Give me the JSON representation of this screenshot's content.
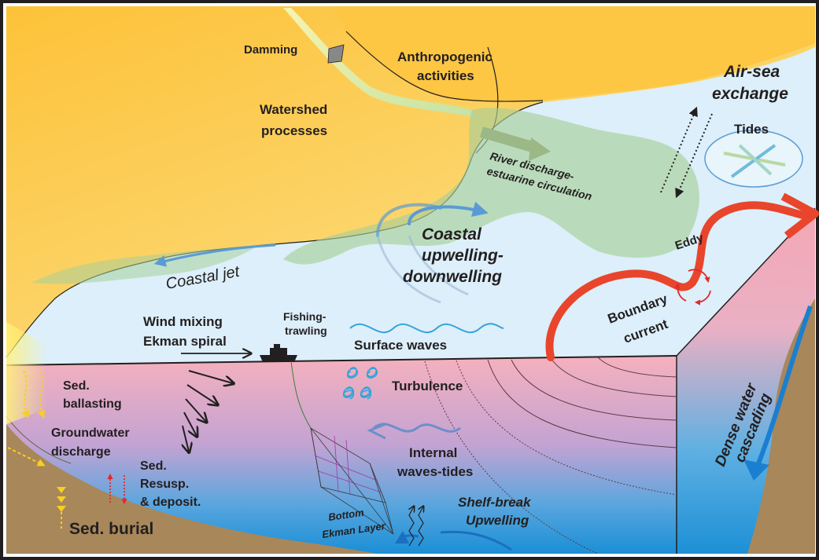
{
  "labels": {
    "damming": "Damming",
    "anthropogenic_1": "Anthropogenic",
    "anthropogenic_2": "activities",
    "watershed_1": "Watershed",
    "watershed_2": "processes",
    "air_sea_1": "Air-sea",
    "air_sea_2": "exchange",
    "tides": "Tides",
    "river_1": "River discharge-",
    "river_2": "estuarine circulation",
    "coastal_jet": "Coastal jet",
    "upwelling_1": "Coastal",
    "upwelling_2": "upwelling-",
    "upwelling_3": "downwelling",
    "eddy": "Eddy",
    "boundary_1": "Boundary",
    "boundary_2": "current",
    "wind_1": "Wind mixing",
    "wind_2": "Ekman spiral",
    "fishing_1": "Fishing-",
    "fishing_2": "trawling",
    "surface_waves": "Surface waves",
    "dense_1": "Dense water",
    "dense_2": "cascading",
    "turbulence": "Turbulence",
    "ballast_1": "Sed.",
    "ballast_2": "ballasting",
    "groundwater_1": "Groundwater",
    "groundwater_2": "discharge",
    "resusp_1": "Sed.",
    "resusp_2": "Resusp.",
    "resusp_3": "& deposit.",
    "internal_1": "Internal",
    "internal_2": "waves-tides",
    "burial": "Sed. burial",
    "bottom_ekman_1": "Bottom",
    "bottom_ekman_2": "Ekman Layer",
    "shelf_1": "Shelf-break",
    "shelf_2": "Upwelling"
  },
  "colors": {
    "land": "#fdc643",
    "land_light": "#fde58a",
    "sea_surface": "#dceffa",
    "water_top": "#f4a7b4",
    "water_bottom": "#1b8fd6",
    "seabed": "#a8875a",
    "plume": "#a7cf9a",
    "boundary_current": "#e8452c",
    "blue_arrow": "#5b9bd5",
    "wave": "#35a3d8",
    "ink": "#231f20"
  }
}
